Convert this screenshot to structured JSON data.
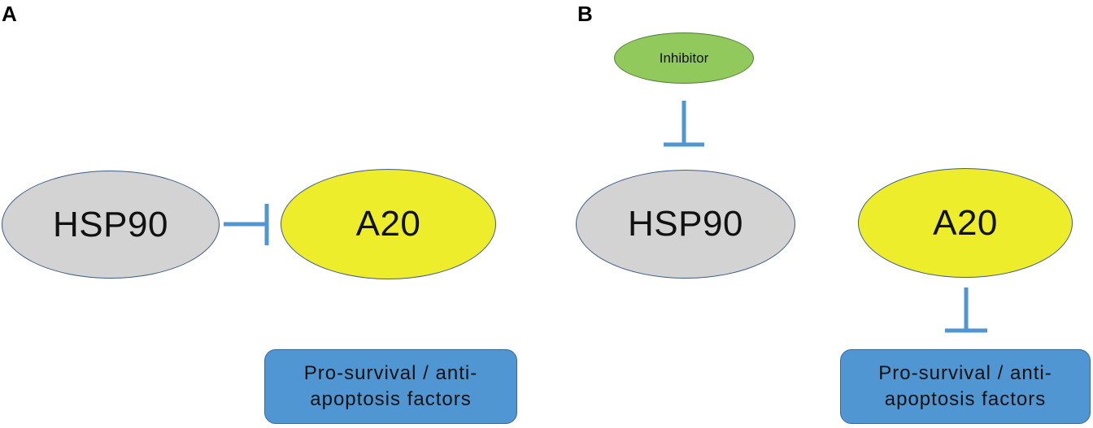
{
  "panels": {
    "a": {
      "label": "A"
    },
    "b": {
      "label": "B"
    }
  },
  "nodes": {
    "a_hsp90": "HSP90",
    "a_a20": "A20",
    "a_factors_line1": "Pro-survival / anti-",
    "a_factors_line2": "apoptosis factors",
    "b_inhibitor": "Inhibitor",
    "b_hsp90": "HSP90",
    "b_a20": "A20",
    "b_factors_line1": "Pro-survival / anti-",
    "b_factors_line2": "apoptosis factors"
  },
  "relations": [
    {
      "from": "a_hsp90",
      "to": "a_a20",
      "type": "inhibits"
    },
    {
      "from": "b_inhibitor",
      "to": "b_hsp90",
      "type": "inhibits"
    },
    {
      "from": "b_a20",
      "to": "b_factors",
      "type": "inhibits"
    }
  ],
  "colors": {
    "hsp90_fill": "#d3d3d3",
    "a20_fill": "#eded2c",
    "inhibitor_fill": "#92c95c",
    "factor_box_fill": "#5096d2",
    "inhibition_line": "#5096d2",
    "ellipse_border": "#3f5c86"
  }
}
